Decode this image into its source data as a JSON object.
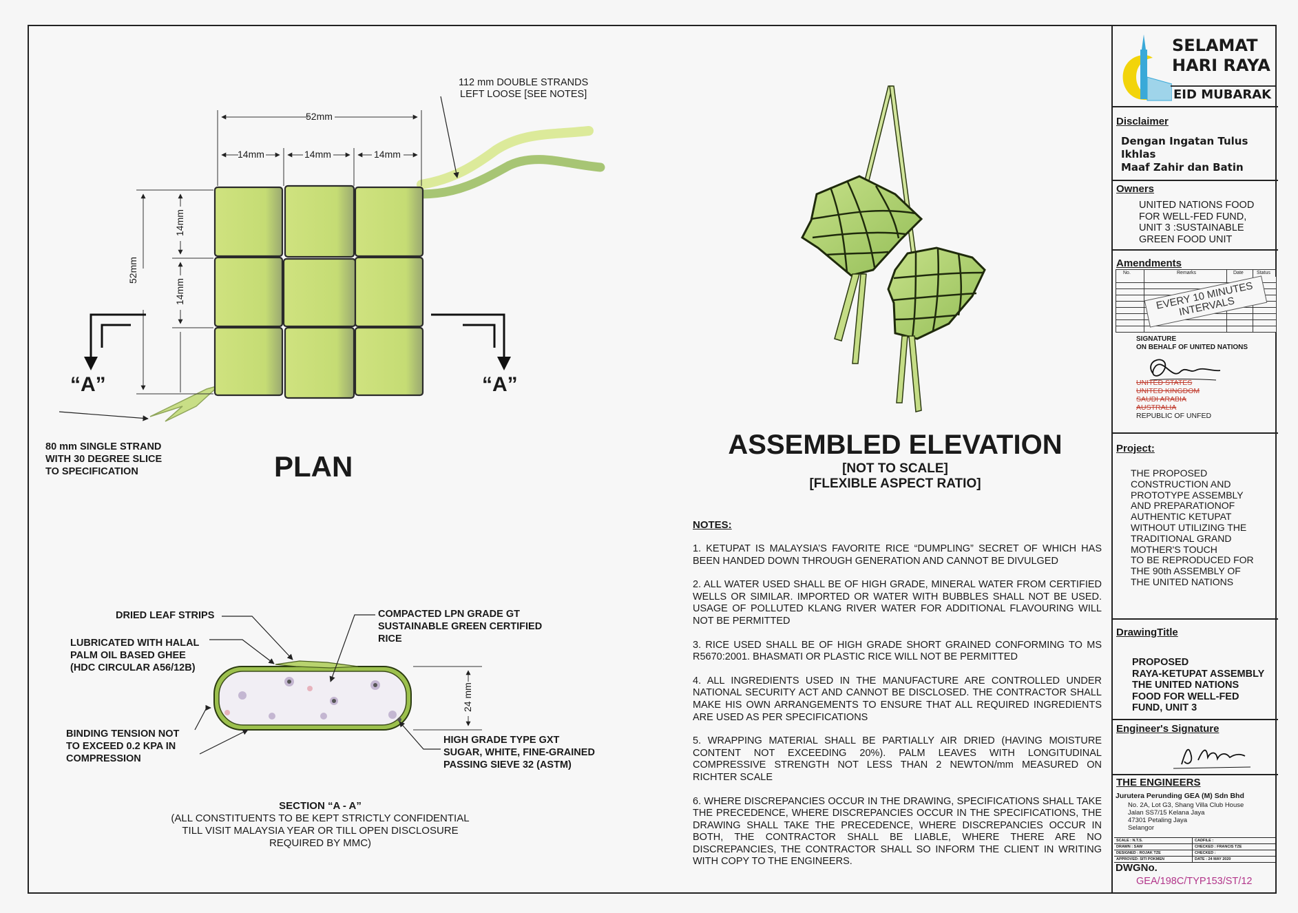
{
  "plan": {
    "title": "PLAN",
    "dim_overall_w": "52mm",
    "dim_cell_1": "14mm",
    "dim_cell_2": "14mm",
    "dim_cell_3": "14mm",
    "dim_overall_h": "52mm",
    "dim_row_1": "14mm",
    "dim_row_2": "14mm",
    "strands_note_1": "112 mm DOUBLE STRANDS",
    "strands_note_2": "LEFT LOOSE  [SEE NOTES]",
    "single_strand_1": "80 mm SINGLE STRAND",
    "single_strand_2": "WITH 30 DEGREE SLICE",
    "single_strand_3": "TO SPECIFICATION",
    "section_marker_left": "“A”",
    "section_marker_right": "“A”"
  },
  "section": {
    "label_dried_leaf": "DRIED LEAF STRIPS",
    "label_lubricated_1": "LUBRICATED WITH HALAL",
    "label_lubricated_2": "PALM OIL BASED GHEE",
    "label_lubricated_3": "(HDC CIRCULAR A56/12B)",
    "label_compacted_1": "COMPACTED LPN GRADE GT",
    "label_compacted_2": "SUSTAINABLE GREEN CERTIFIED",
    "label_compacted_3": "RICE",
    "label_binding_1": "BINDING TENSION NOT",
    "label_binding_2": "TO EXCEED 0.2 KPA  IN",
    "label_binding_3": "COMPRESSION",
    "label_sugar_1": "HIGH GRADE TYPE GXT",
    "label_sugar_2": "SUGAR, WHITE, FINE-GRAINED",
    "label_sugar_3": "PASSING SIEVE 32 (ASTM)",
    "dim_height": "24 mm",
    "caption_1": "SECTION  “A - A”",
    "caption_2": "(ALL CONSTITUENTS TO BE KEPT STRICTLY CONFIDENTIAL",
    "caption_3": "TILL VISIT MALAYSIA YEAR OR TILL OPEN DISCLOSURE",
    "caption_4": "REQUIRED BY MMC)"
  },
  "elevation": {
    "title": "ASSEMBLED ELEVATION",
    "subtitle_1": "[NOT TO SCALE]",
    "subtitle_2": "[FLEXIBLE ASPECT RATIO]"
  },
  "notes": {
    "heading": "NOTES:",
    "items": [
      "1.       KETUPAT IS MALAYSIA’S FAVORITE RICE “DUMPLING” SECRET OF WHICH HAS BEEN HANDED DOWN THROUGH GENERATION AND CANNOT BE DIVULGED",
      "2.       ALL WATER USED SHALL BE OF HIGH GRADE, MINERAL WATER FROM CERTIFIED WELLS OR SIMILAR. IMPORTED OR WATER WITH BUBBLES SHALL NOT BE USED. USAGE OF POLLUTED KLANG RIVER WATER FOR ADDITIONAL FLAVOURING WILL NOT BE PERMITTED",
      "3.  RICE USED SHALL BE OF HIGH GRADE SHORT GRAINED CONFORMING TO MS R5670:2001. BHASMATI OR PLASTIC RICE WILL NOT BE PERMITTED",
      "4.  ALL INGREDIENTS USED IN THE MANUFACTURE ARE CONTROLLED UNDER NATIONAL SECURITY ACT AND CANNOT BE DISCLOSED. THE CONTRACTOR SHALL MAKE HIS OWN ARRANGEMENTS TO ENSURE THAT ALL REQUIRED INGREDIENTS ARE USED AS PER SPECIFICATIONS",
      "5.  WRAPPING MATERIAL SHALL BE PARTIALLY AIR DRIED (HAVING MOISTURE CONTENT NOT EXCEEDING 20%). PALM   LEAVES WITH LONGITUDINAL COMPRESSIVE  STRENGTH NOT LESS THAN   2 NEWTON/mm MEASURED ON RICHTER SCALE",
      "6.  WHERE DISCREPANCIES OCCUR IN THE DRAWING, SPECIFICATIONS SHALL TAKE THE PRECEDENCE, WHERE DISCREPANCIES OCCUR IN THE SPECIFICATIONS, THE DRAWING SHALL TAKE THE PRECEDENCE, WHERE DISCREPANCIES OCCUR IN BOTH, THE CONTRACTOR SHALL BE LIABLE, WHERE THERE ARE NO DISCREPANCIES, THE CONTRACTOR SHALL SO INFORM THE CLIENT IN WRITING WITH COPY TO THE ENGINEERS."
    ]
  },
  "title_block": {
    "logo_line_1": "SELAMAT",
    "logo_line_2": "HARI RAYA",
    "logo_line_3": "EID MUBARAK",
    "disclaimer_heading": "Disclaimer",
    "disclaimer_1": "Dengan Ingatan Tulus Ikhlas",
    "disclaimer_2": "Maaf Zahir dan Batin",
    "owners_heading": "Owners",
    "owners_1": "UNITED NATIONS FOOD",
    "owners_2": "FOR WELL-FED FUND,",
    "owners_3": "UNIT 3 :SUSTAINABLE",
    "owners_4": "GREEN FOOD UNIT",
    "amendments_heading": "Amendments",
    "amend_col_no": "No.",
    "amend_col_remarks": "Remarks",
    "amend_col_date": "Date",
    "amend_col_status": "Status",
    "stamp_1": "EVERY 10 MINUTES",
    "stamp_2": "INTERVALS",
    "signature_label_1": "SIGNATURE",
    "signature_label_2": "ON BEHALF OF UNITED NATIONS",
    "struck_1": "UNITED STATES",
    "struck_2": "UNITED KINGDOM",
    "struck_3": "SAUDI ARABIA",
    "struck_4": "AUSTRALIA",
    "republic": "REPUBLIC OF UNFED",
    "project_heading": "Project:",
    "project_lines": [
      "THE  PROPOSED",
      "CONSTRUCTION AND",
      "PROTOTYPE  ASSEMBLY",
      "AND PREPARATIONOF",
      "AUTHENTIC  KETUPAT",
      "WITHOUT UTILIZING  THE",
      "TRADITIONAL GRAND",
      "MOTHER'S TOUCH",
      "TO BE REPRODUCED FOR",
      "THE 90th ASSEMBLY OF",
      "THE UNITED NATIONS"
    ],
    "drawing_title_heading": "DrawingTitle",
    "drawing_title_lines": [
      "PROPOSED",
      "RAYA-KETUPAT ASSEMBLY",
      "THE UNITED NATIONS",
      "FOOD FOR WELL-FED",
      "FUND, UNIT 3"
    ],
    "engineer_sig_heading": "Engineer's Signature",
    "engineers_heading": "THE ENGINEERS",
    "firm_name": "Jurutera Perunding GEA (M) Sdn Bhd",
    "address_lines": [
      "No. 2A, Lot G3, Shang Villa Club House",
      "Jalan SS7/15 Kelana Jaya",
      "47301 Petaling Jaya",
      "Selangor"
    ],
    "meta_rows": [
      [
        "SCALE  : N.T.S.",
        "CADFILE :"
      ],
      [
        "DRAWN  : SAW",
        "CHECKED : FRANCIS TZE"
      ],
      [
        "DESIGNED : ROJAK TZE",
        "CHECKED :"
      ],
      [
        "APPROVED: SITI POKMEN",
        "DATE  :  24 MAY 2020"
      ]
    ],
    "dwg_no_label": "DWGNo.",
    "dwg_no": "GEA/198C/TYP153/ST/12",
    "dwg_no_color": "#b2358a"
  },
  "colors": {
    "leaf_light": "#c9e07a",
    "leaf_mid": "#a9cf5c",
    "leaf_dark": "#7fa83a",
    "logo_yellow": "#f2d40a",
    "logo_blue": "#3aa9d8"
  }
}
